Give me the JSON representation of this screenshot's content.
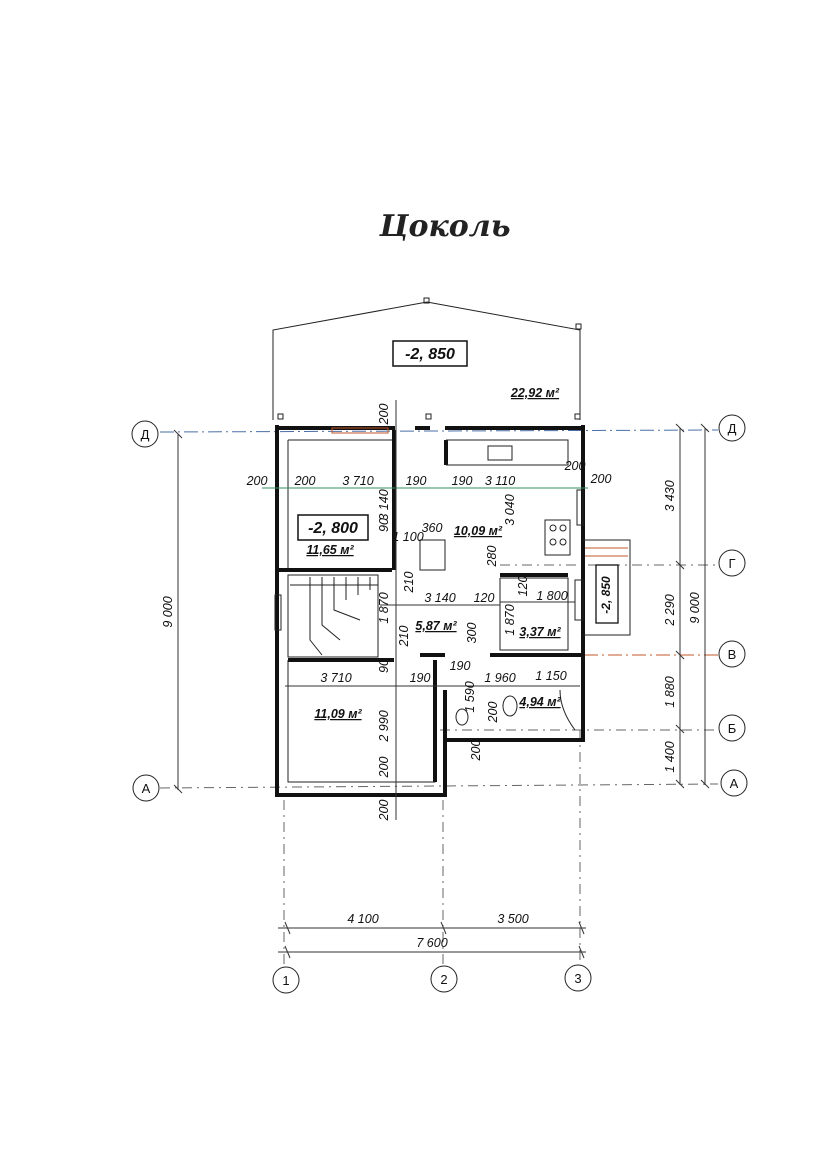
{
  "title": "Цоколь",
  "levels": {
    "terrace": "-2, 850",
    "living": "-2, 800",
    "porch": "-2, 850"
  },
  "areas": {
    "terrace": "22,92 м²",
    "room_top_left": "11,65 м²",
    "room_center": "10,09 м²",
    "hall": "5,87 м²",
    "room_small": "3,37 м²",
    "bath": "4,94 м²",
    "room_bottom_left": "11,09 м²"
  },
  "axes": {
    "rows": [
      "Д",
      "Г",
      "В",
      "Б",
      "А"
    ],
    "cols": [
      "1",
      "2",
      "3"
    ]
  },
  "dims": {
    "d200_top": "200",
    "d200_left": "200",
    "d200_a": "200",
    "d3710_top": "3 710",
    "d190_a": "190",
    "d190_b": "190",
    "d3110": "3 110",
    "d200_right_in": "200",
    "d200_right_out": "200",
    "d3140_v": "3 140",
    "d3040_v": "3 040",
    "d90_a": "90",
    "d1100": "1 100",
    "d360": "360",
    "d280": "280",
    "d210_a": "210",
    "d3140_h": "3 140",
    "d120_a": "120",
    "d120_b": "120",
    "d1800": "1 800",
    "d1870_a": "1 870",
    "d210_b": "210",
    "d300": "300",
    "d1870_b": "1 870",
    "d90_b": "90",
    "d190_c": "190",
    "d3710_bottom": "3 710",
    "d190_d": "190",
    "d1960": "1 960",
    "d1150": "1 150",
    "d1590": "1 590",
    "d2990": "2 990",
    "d200_b": "200",
    "d200_c": "200",
    "d200_d": "200",
    "d200_bottom": "200",
    "d9000_left": "9 000",
    "d3430": "3 430",
    "d2290": "2 290",
    "d1880": "1 880",
    "d1400": "1 400",
    "d9000_right": "9 000",
    "d4100": "4 100",
    "d3500": "3 500",
    "d7600": "7 600"
  }
}
